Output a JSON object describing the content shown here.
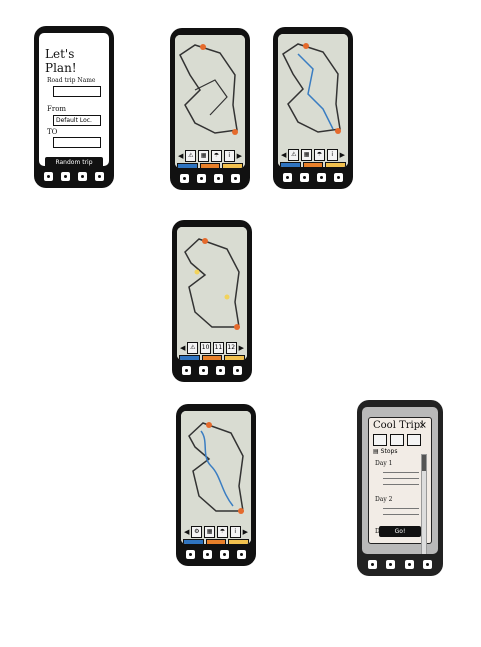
{
  "plan_screen": {
    "title": "Let's Plan!",
    "road_trip_label": "Road trip Name",
    "from_label": "From",
    "from_value": "Default Loc.",
    "to_label": "TO",
    "random_button": "Random trip"
  },
  "modal": {
    "title": "Cool Trip!",
    "close": "×",
    "stops_label": "Stops",
    "day1": "Day 1",
    "day2": "Day 2",
    "day3": "Day 3",
    "go_button": "Go!"
  },
  "phone3_toolbar": [
    "10",
    "11",
    "12"
  ],
  "colors": {
    "tab_blue": "#2f74c0",
    "tab_orange": "#e8802a",
    "tab_yellow": "#f2c14e",
    "route": "#333333",
    "route_blue": "#3a7dc2",
    "pin_orange": "#e56a2c"
  }
}
